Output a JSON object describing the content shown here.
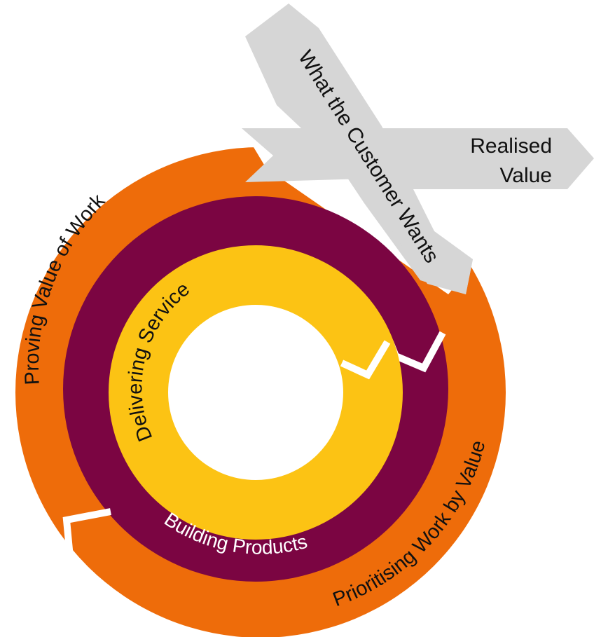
{
  "diagram": {
    "rings": [
      {
        "name": "outer-ring",
        "label": "Proving Value of Work",
        "label2": "Prioritising Work by Value",
        "color": "#ee6c0a"
      },
      {
        "name": "middle-ring",
        "label": "Building Products",
        "color": "#7b0542"
      },
      {
        "name": "inner-ring",
        "label": "Delivering Service",
        "color": "#fcc314"
      }
    ],
    "arrows": {
      "input_label": "What the Customer Wants",
      "output_label_line1": "Realised",
      "output_label_line2": "Value",
      "color": "#d6d6d6"
    }
  }
}
